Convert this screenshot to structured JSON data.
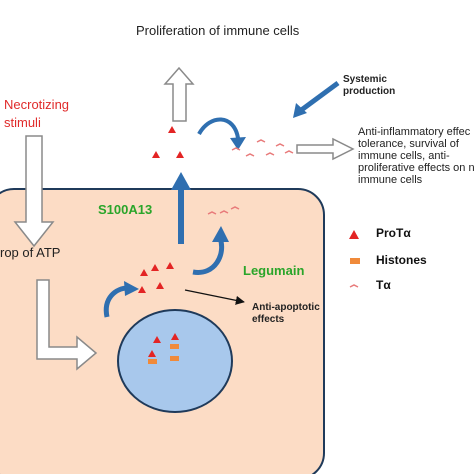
{
  "labels": {
    "top": "Proliferation of immune cells",
    "necrotizing": "Necrotizing\nstimuli",
    "systemic": "Systemic\nproduction",
    "anti_inflammatory": "Anti-inflammatory effec\ntolerance, survival of\nimmune cells, anti-\nproliferative effects on n\nimmune cells",
    "s100a13": "S100A13",
    "drop_atp": "rop of ATP",
    "legumain": "Legumain",
    "anti_apoptotic": "Anti-apoptotic\neffects"
  },
  "legend": {
    "items": [
      {
        "label": "ProTα",
        "symbol": "red-triangle",
        "color": "#e32424"
      },
      {
        "label": "Histones",
        "symbol": "orange-square",
        "color": "#f08a3a"
      },
      {
        "label": "Tα",
        "symbol": "red-dash",
        "color": "#e87a7a"
      }
    ]
  },
  "colors": {
    "cell_fill": "#fcdcc5",
    "cell_border": "#1f3a5a",
    "nucleus_fill": "#a8c8ec",
    "nucleus_border": "#1f3a5a",
    "arrow_blue": "#2f6fb0",
    "triangle_red": "#e32424",
    "histone_orange": "#f08a3a",
    "ta_pink": "#e87a7a",
    "green_text": "#2aa52a",
    "red_text": "#e02a2a"
  }
}
